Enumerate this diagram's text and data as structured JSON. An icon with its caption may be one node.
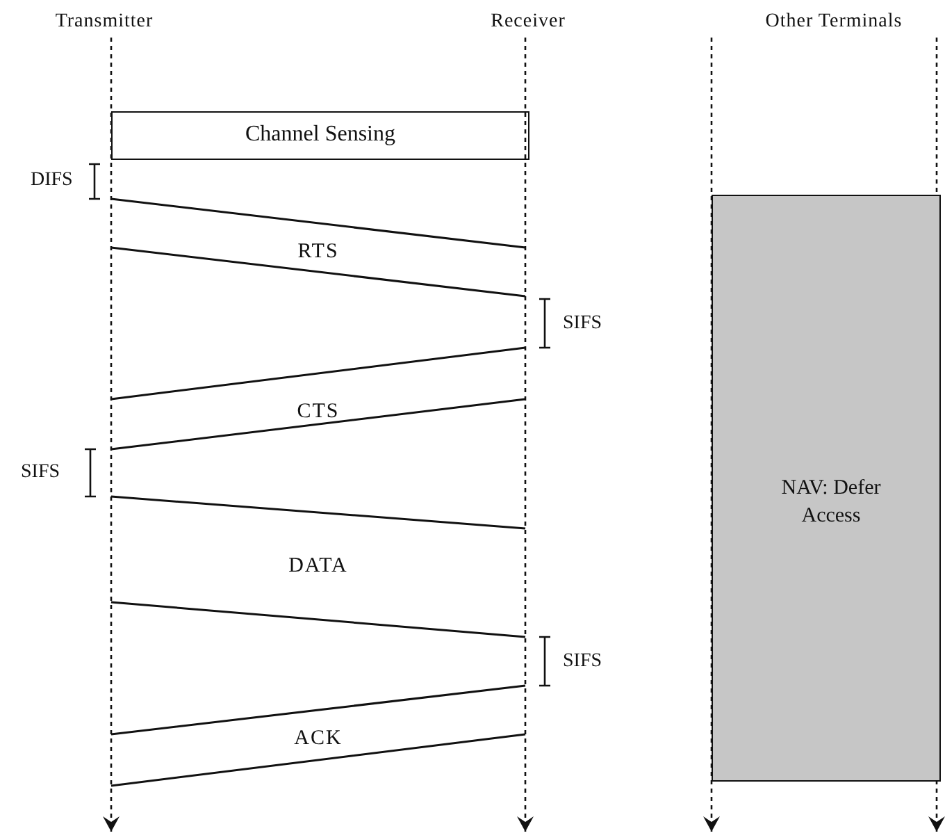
{
  "diagram": {
    "nodes": [
      {
        "text": [
          "Transmitter"
        ]
      },
      {
        "text": [
          "Receiver"
        ]
      },
      {
        "text": [
          "Other Terminals"
        ]
      },
      {
        "text": [
          "Channel Sensing"
        ]
      },
      {
        "text": [
          "RTS"
        ]
      },
      {
        "text": [
          "CTS"
        ]
      },
      {
        "text": [
          "DATA"
        ]
      },
      {
        "text": [
          "ACK"
        ]
      },
      {
        "text": [
          "NAV: Defer Access"
        ]
      }
    ],
    "edges": [
      {
        "from": 0,
        "to": null,
        "arrow": "to",
        "style": "dashed"
      },
      {
        "from": 1,
        "to": null,
        "arrow": "to",
        "style": "dashed"
      },
      {
        "from": 2,
        "to": null,
        "arrow": "to",
        "style": "dashed"
      },
      {
        "from": 2,
        "to": null,
        "arrow": "to",
        "style": "dashed"
      }
    ],
    "labels": [
      "DIFS",
      "SIFS",
      "SIFS",
      "SIFS"
    ]
  }
}
